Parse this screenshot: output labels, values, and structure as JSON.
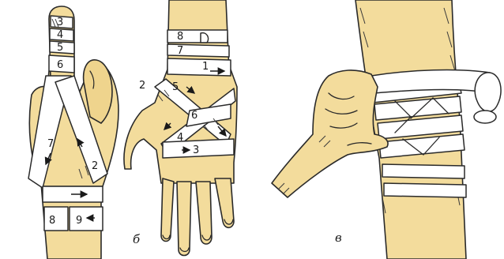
{
  "panels": {
    "b": {
      "label": "б"
    },
    "v": {
      "label": "в"
    }
  },
  "finger_hand": {
    "turns": [
      "3",
      "4",
      "5",
      "6",
      "7",
      "2",
      "8",
      "9"
    ]
  },
  "wrist_hand": {
    "turns": [
      "8",
      "7",
      "1",
      "2",
      "5",
      "6",
      "4",
      "3"
    ]
  }
}
